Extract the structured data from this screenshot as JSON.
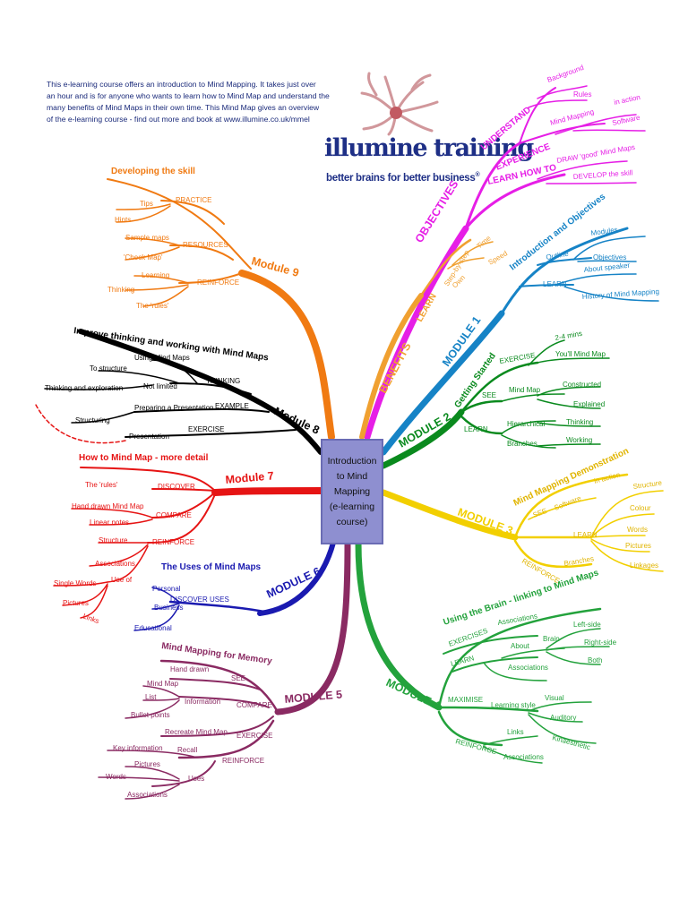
{
  "intro": {
    "lines": [
      "This e-learning course offers an introduction to Mind Mapping. It takes just over",
      "an hour and is for anyone who wants to learn how to Mind Map and understand the",
      "many benefits of Mind Maps in their own time. This Mind Map gives an overview",
      "of the e-learning course - find out more and book at www.illumine.co.uk/mmel"
    ]
  },
  "brand": {
    "name": "illumine training",
    "tagline": "better brains for better business",
    "mark": "®"
  },
  "center": {
    "lines": [
      "Introduction",
      "to Mind",
      "Mapping",
      "(e-learning",
      "course)"
    ]
  },
  "colors": {
    "objectives": "#e61ee6",
    "benefits": "#f0a030",
    "module1": "#1683c6",
    "module2": "#0a8a1e",
    "module3": "#f2cf00",
    "module4": "#23a23c",
    "module5": "#8a2a62",
    "module6": "#1a1ab0",
    "module7": "#e61414",
    "module8": "#000000",
    "module9": "#f07a12"
  },
  "branches": {
    "objectives": {
      "title": "OBJECTIVES",
      "items": [
        "UNDERSTAND",
        "Background",
        "Rules",
        "EXPERIENCE",
        "Mind Mapping",
        "in action",
        "Software",
        "LEARN HOW TO",
        "DRAW 'good' Mind Maps",
        "DEVELOP the skill"
      ]
    },
    "benefits": {
      "title": "BENEFITS",
      "items": [
        "LEARN",
        "Step-by-step",
        "Own",
        "Time",
        "Speed"
      ]
    },
    "module1": {
      "title": "MODULE 1",
      "items": [
        "Introduction and Objectives",
        "Outline",
        "Modules",
        "Objectives",
        "LEARN",
        "About speaker",
        "History of Mind Mapping"
      ]
    },
    "module2": {
      "title": "MODULE 2",
      "items": [
        "Getting Started",
        "EXERCISE",
        "2-4 mins",
        "You'll Mind Map",
        "SEE",
        "Mind Map",
        "Constructed",
        "Explained",
        "LEARN",
        "Hierarchical",
        "Branches",
        "Thinking",
        "Working"
      ]
    },
    "module3": {
      "title": "MODULE 3",
      "items": [
        "Mind Mapping Demonstration",
        "SEE",
        "Software",
        "in action",
        "LEARN",
        "Structure",
        "Colour",
        "Words",
        "Pictures",
        "Linkages",
        "REINFORCE",
        "Branches"
      ]
    },
    "module4": {
      "title": "MODULE 4",
      "items": [
        "Using the Brain - linking to Mind Maps",
        "EXERCISES",
        "Associations",
        "LEARN",
        "About",
        "Brain",
        "Left-side",
        "Right-side",
        "Both",
        "Associations",
        "MAXIMISE",
        "Learning style",
        "Visual",
        "Auditory",
        "Kinaesthetic",
        "REINFORCE",
        "Links",
        "Associations"
      ]
    },
    "module5": {
      "title": "MODULE 5",
      "items": [
        "Mind Mapping for Memory",
        "SEE",
        "Hand drawn",
        "COMPARE",
        "Information",
        "Mind Map",
        "List",
        "Bullet points",
        "EXERCISE",
        "Recreate Mind Map",
        "REINFORCE",
        "Recall",
        "Key information",
        "Uses",
        "Pictures",
        "Words",
        "Associations"
      ]
    },
    "module6": {
      "title": "MODULE 6",
      "items": [
        "The Uses of Mind Maps",
        "DISCOVER USES",
        "Personal",
        "Business",
        "Educational"
      ]
    },
    "module7": {
      "title": "Module 7",
      "items": [
        "How to Mind Map - more detail",
        "DISCOVER",
        "The 'rules'",
        "COMPARE",
        "Hand drawn Mind Map",
        "Linear notes",
        "REINFORCE",
        "Structure",
        "Associations",
        "Use of",
        "Single Words",
        "Pictures",
        "Links"
      ]
    },
    "module8": {
      "title": "Module 8",
      "items": [
        "Improve thinking and working with Mind Maps",
        "THINKING",
        "Using Mind Maps",
        "Not limited",
        "To structure",
        "Thinking and exploration",
        "EXAMPLE",
        "Preparing a Presentation",
        "Structuring",
        "EXERCISE",
        "Presentation"
      ]
    },
    "module9": {
      "title": "Module 9",
      "items": [
        "Developing the skill",
        "PRACTICE",
        "Tips",
        "Hints",
        "RESOURCES",
        "Sample maps",
        "'Check Map'",
        "REINFORCE",
        "Learning",
        "Thinking",
        "The 'rules'"
      ]
    }
  }
}
